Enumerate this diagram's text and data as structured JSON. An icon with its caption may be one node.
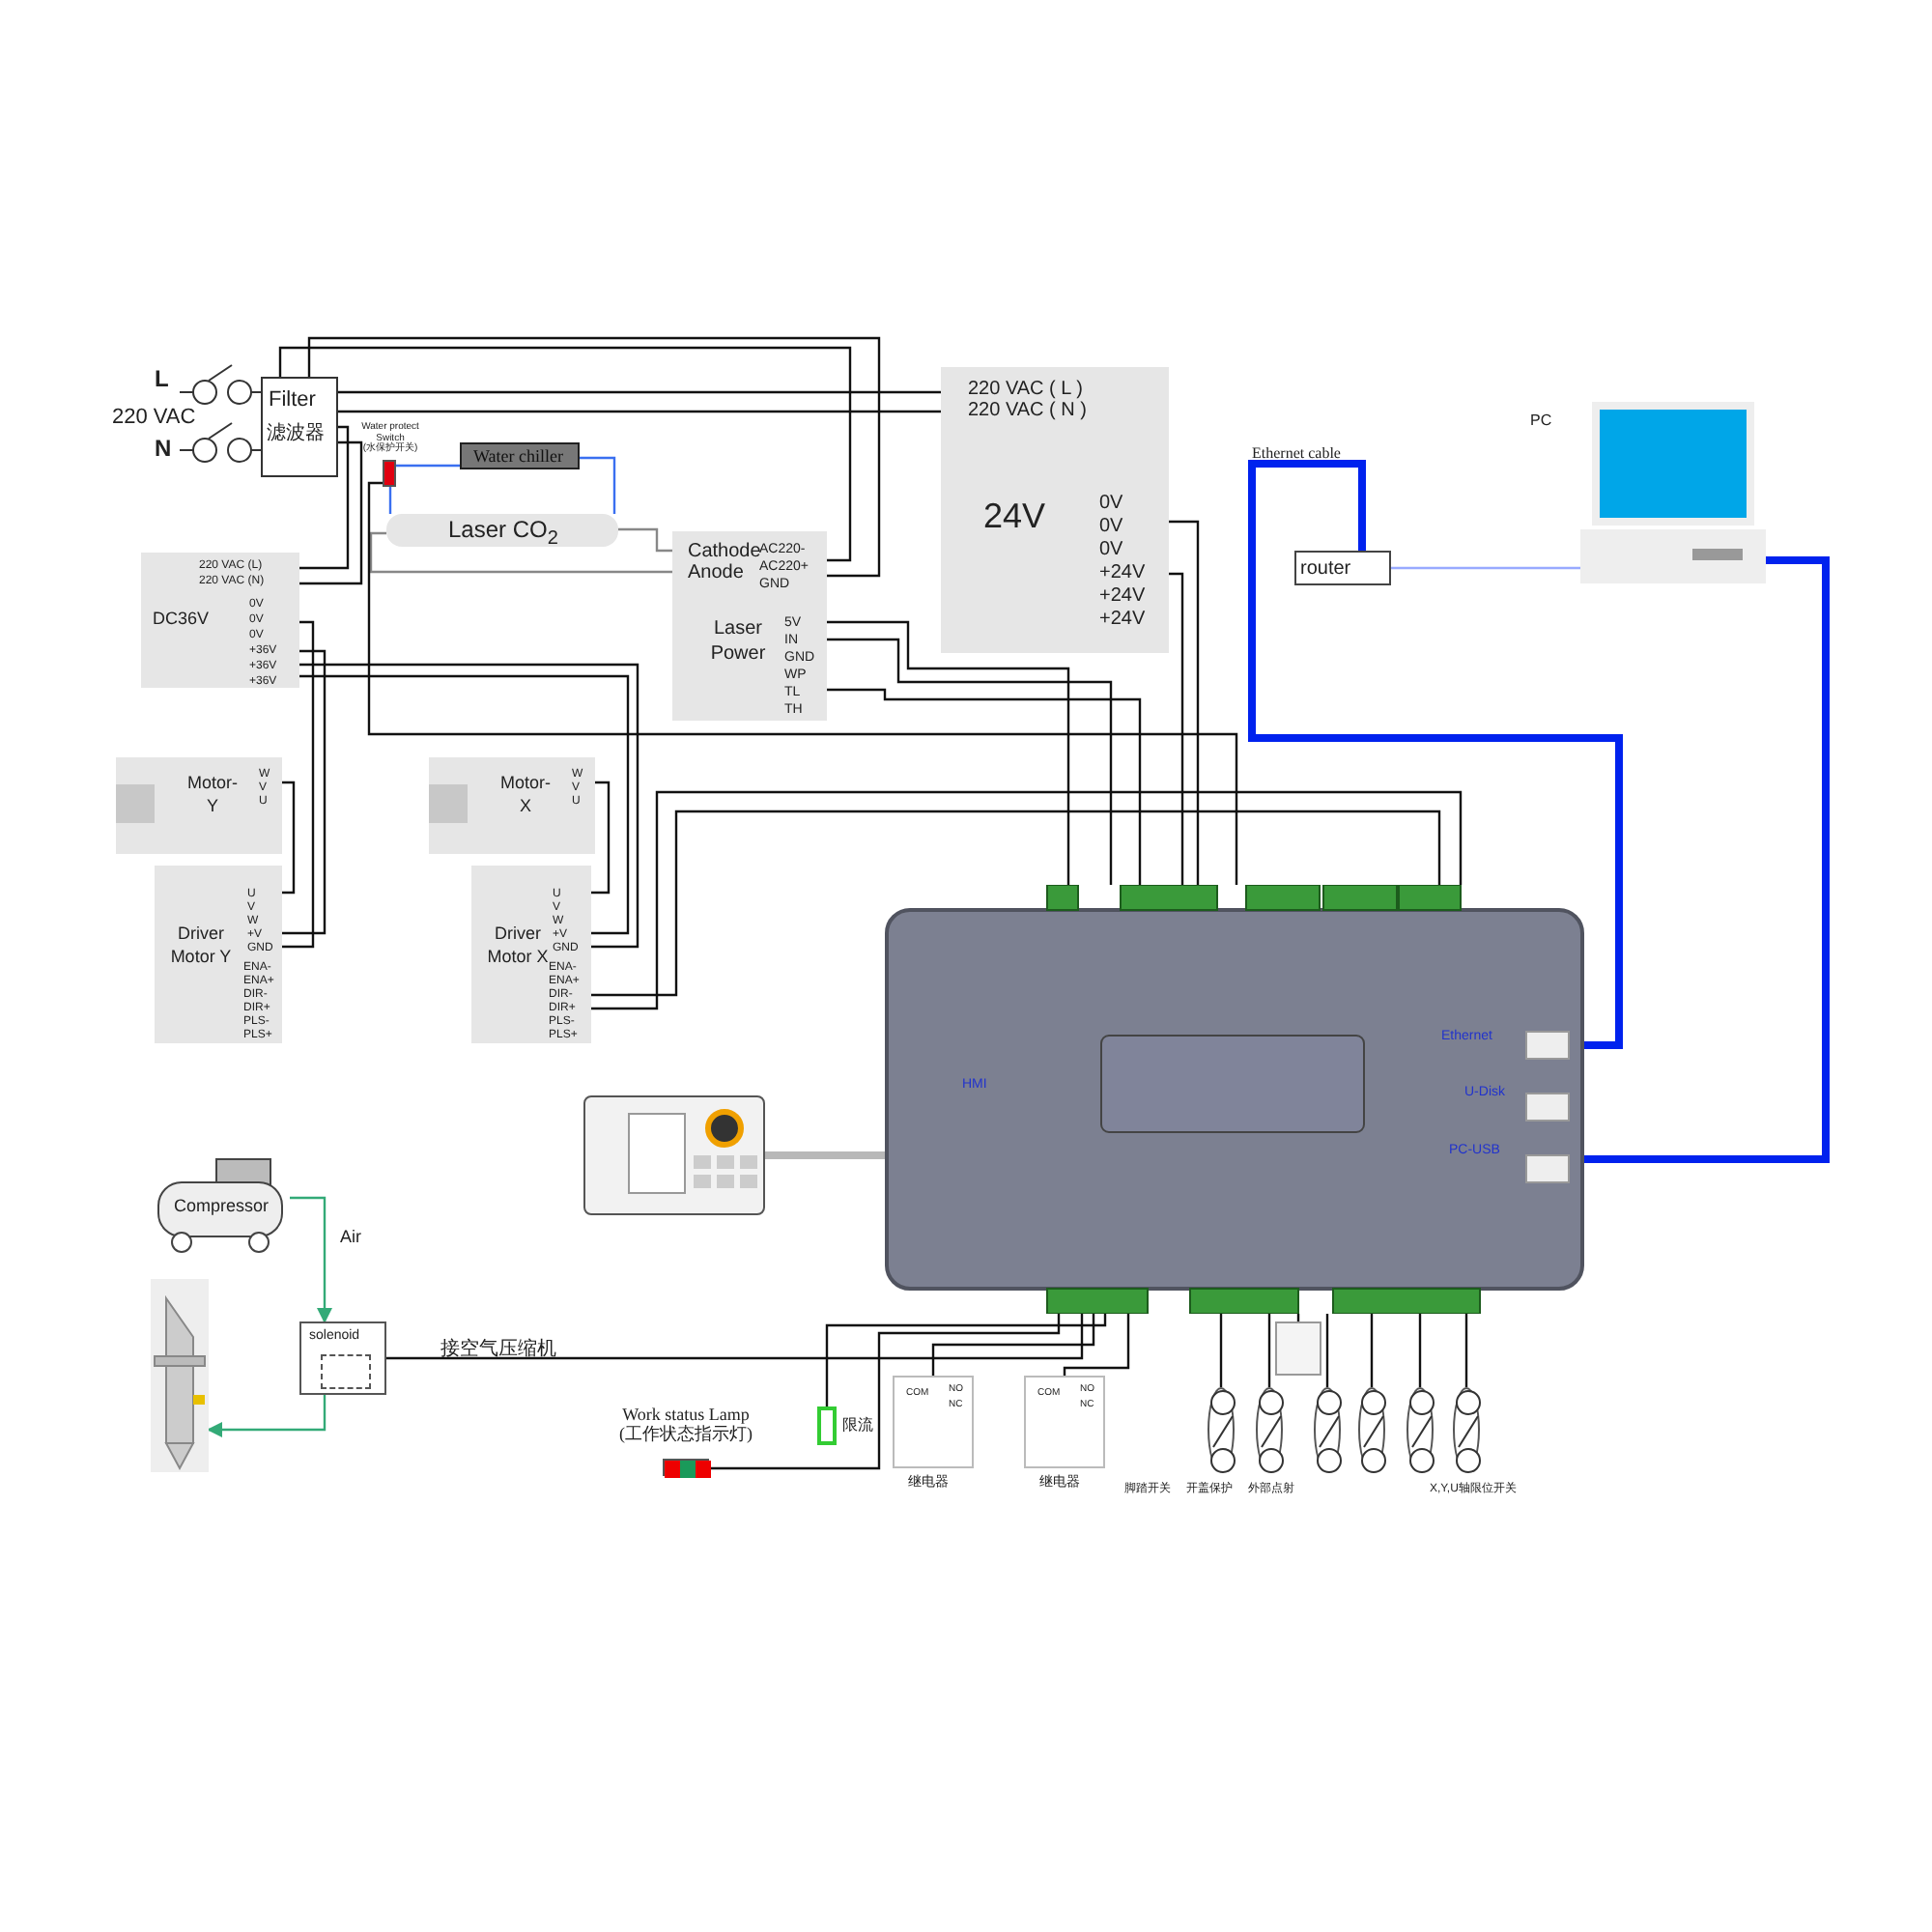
{
  "diagram": {
    "nodes": [
      {
        "text": [
          "Filter",
          "滤波器"
        ]
      },
      {
        "text": [
          "Water chiller"
        ]
      },
      {
        "text": [],
        "shape": "box",
        "beside": [
          "Water protect Switch (水保护开关)"
        ]
      },
      {
        "text": [
          "Laser CO$_{2}$"
        ]
      },
      {
        "text": [
          "Cathode",
          "Anode",
          "AC220-",
          "AC220+",
          "GND",
          "Laser Power",
          "5V",
          "IN",
          "GND",
          "WP",
          "TL",
          "TH"
        ]
      },
      {
        "text": [
          "220 VAC ( L )",
          "220 VAC ( N )",
          "24V",
          "0V",
          "0V",
          "0V",
          "+24V",
          "+24V",
          "+24V"
        ]
      },
      {
        "text": [
          "220 VAC (L)",
          "220 VAC (N)",
          "DC36V",
          "0V",
          "0V",
          "0V",
          "+36V",
          "+36V",
          "+36V"
        ]
      },
      {
        "text": [
          "Motor- Y",
          "W",
          "V",
          "U"
        ]
      },
      {
        "text": [
          "Motor- X",
          "W",
          "V",
          "U"
        ]
      },
      {
        "text": [
          "U",
          "V",
          "W",
          "+V",
          "GND",
          "Driver Motor Y",
          "ENA-",
          "ENA+",
          "DIR-",
          "DIR+",
          "PLS-",
          "PLS+"
        ]
      },
      {
        "text": [
          "U",
          "V",
          "W",
          "+V",
          "GND",
          "Driver Motor X",
          "ENA-",
          "ENA+",
          "DIR-",
          "DIR+",
          "PLS-",
          "PLS+"
        ]
      },
      {
        "text": [
          "HMI",
          "Ethernet",
          "U-Disk",
          "PC-USB"
        ]
      },
      {
        "text": [],
        "shape": "picture"
      },
      {
        "text": [
          "router"
        ]
      },
      {
        "text": [
          "PC"
        ]
      },
      {
        "text": [
          "Compressor"
        ]
      },
      {
        "text": [
          "solenoid"
        ]
      },
      {
        "text": [],
        "shape": "picture"
      },
      {
        "text": [],
        "shape": "box",
        "beside": [
          "Work status Lamp (工作状态指示灯)"
        ]
      },
      {
        "text": [],
        "shape": "box",
        "beside": [
          "限流"
        ]
      },
      {
        "text": [
          "COM",
          "NO",
          "NC"
        ],
        "beside": [
          "继电器"
        ]
      },
      {
        "text": [
          "COM",
          "NO",
          "NC"
        ],
        "beside": [
          "继电器"
        ]
      },
      {
        "text": [],
        "shape": "box"
      },
      {
        "text": [],
        "shape": "circle",
        "beside": [
          "开盖保护"
        ]
      },
      {
        "text": [],
        "shape": "circle",
        "beside": [
          "外部点射"
        ]
      },
      {
        "text": [],
        "shape": "circle"
      },
      {
        "text": [],
        "shape": "circle"
      },
      {
        "text": [],
        "shape": "circle"
      },
      {
        "text": [],
        "shape": "circle"
      }
    ],
    "edges": [
      {
        "from": 0,
        "to": 5,
        "arrow": "none"
      },
      {
        "from": 0,
        "to": 5,
        "arrow": "none"
      },
      {
        "from": 0,
        "to": 6,
        "arrow": "none"
      },
      {
        "from": 0,
        "to": 6,
        "arrow": "none"
      },
      {
        "from": 0,
        "to": 4,
        "arrow": "none"
      },
      {
        "from": 0,
        "to": 4,
        "arrow": "none"
      },
      {
        "from": 1,
        "to": 3,
        "arrow": "none",
        "color": "#3a6ff0"
      },
      {
        "from": 2,
        "to": 1,
        "arrow": "none",
        "color": "#3a6ff0"
      },
      {
        "from": 2,
        "to": 3,
        "arrow": "none",
        "color": "#3a6ff0"
      },
      {
        "from": 3,
        "to": 4,
        "arrow": "none",
        "color": "#888888"
      },
      {
        "from": 3,
        "to": 4,
        "arrow": "none",
        "color": "#888888"
      },
      {
        "from": 2,
        "to": 11,
        "arrow": "none"
      },
      {
        "from": 4,
        "to": 11,
        "arrow": "none"
      },
      {
        "from": 4,
        "to": 11,
        "arrow": "none"
      },
      {
        "from": 4,
        "to": 11,
        "arrow": "none"
      },
      {
        "from": 5,
        "to": 11,
        "arrow": "none"
      },
      {
        "from": 5,
        "to": 11,
        "arrow": "none"
      },
      {
        "from": 6,
        "to": 9,
        "arrow": "none"
      },
      {
        "from": 6,
        "to": 9,
        "arrow": "none"
      },
      {
        "from": 6,
        "to": 10,
        "arrow": "none"
      },
      {
        "from": 6,
        "to": 10,
        "arrow": "none"
      },
      {
        "from": 7,
        "to": 9,
        "arrow": "none"
      },
      {
        "from": 8,
        "to": 10,
        "arrow": "none"
      },
      {
        "from": 10,
        "to": 11,
        "arrow": "none"
      },
      {
        "from": 10,
        "to": 11,
        "arrow": "none"
      },
      {
        "from": 12,
        "to": 11,
        "arrow": "none",
        "style": "thick",
        "color": "#b8b8b8"
      },
      {
        "from": 13,
        "to": 11,
        "arrow": "none",
        "style": "thick",
        "color": "#0022ee"
      },
      {
        "from": 13,
        "to": 14,
        "arrow": "none",
        "color": "#99aaff"
      },
      {
        "from": 14,
        "to": 11,
        "arrow": "none",
        "style": "thick",
        "color": "#0022ee"
      },
      {
        "from": 15,
        "to": 16,
        "arrow": "to",
        "color": "#33aa77"
      },
      {
        "from": 16,
        "to": 17,
        "arrow": "to",
        "color": "#33aa77"
      },
      {
        "from": 16,
        "to": 11,
        "arrow": "none"
      },
      {
        "from": 18,
        "to": 11,
        "arrow": "none"
      },
      {
        "from": 19,
        "to": 11,
        "arrow": "none"
      },
      {
        "from": 20,
        "to": 11,
        "arrow": "none"
      },
      {
        "from": 21,
        "to": 11,
        "arrow": "none"
      },
      {
        "from": 22,
        "to": 11,
        "arrow": "none"
      },
      {
        "from": 23,
        "to": 11,
        "arrow": "none"
      },
      {
        "from": 24,
        "to": 11,
        "arrow": "none"
      },
      {
        "from": 25,
        "to": 11,
        "arrow": "none"
      },
      {
        "from": 26,
        "to": 11,
        "arrow": "none"
      },
      {
        "from": 27,
        "to": 11,
        "arrow": "none"
      },
      {
        "from": 28,
        "to": 11,
        "arrow": "none"
      }
    ],
    "labels": [
      "L",
      "220 VAC",
      "N",
      "Ethernet cable",
      "Air",
      "接空气压缩机",
      "脚踏开关",
      "X,Y,U轴限位开关"
    ]
  }
}
